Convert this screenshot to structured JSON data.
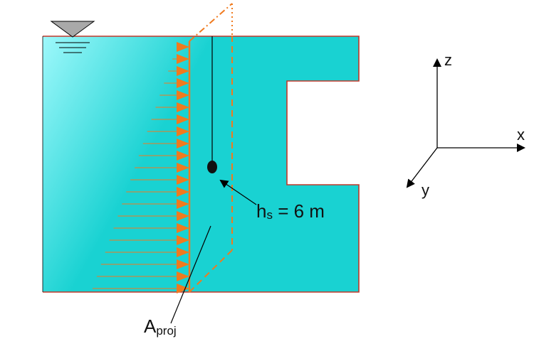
{
  "labels": {
    "depth_h": "h",
    "depth_sub": "s",
    "depth_rest": " = 6 m",
    "area_A": "A",
    "area_sub": "proj"
  },
  "axes": {
    "z": "z",
    "x": "x",
    "y": "y"
  },
  "colors": {
    "water_light": "#9ef8fb",
    "water": "#19d2d2",
    "wall_outline": "#c0392b",
    "pressure_arrow": "#f07a1e",
    "centroid": "#111111"
  },
  "icons": {
    "water_surface": "inverted-triangle-water-level-icon"
  }
}
